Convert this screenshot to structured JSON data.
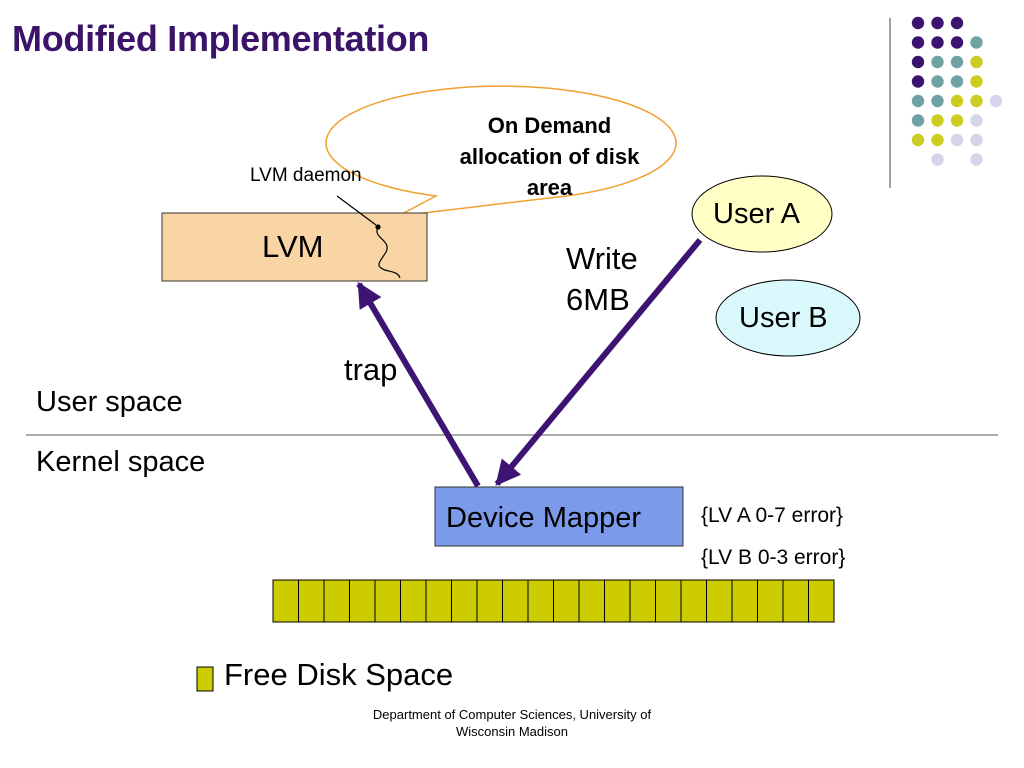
{
  "slide": {
    "title": "Modified Implementation"
  },
  "callout": {
    "line1": "On Demand",
    "line2": "allocation of disk",
    "line3": "area"
  },
  "labels": {
    "lvm_daemon": "LVM daemon",
    "lvm": "LVM",
    "write": "Write",
    "write_size": "6MB",
    "trap": "trap",
    "user_space": "User space",
    "kernel_space": "Kernel space",
    "device_mapper": "Device Mapper",
    "lv_a": "{LV A 0-7 error}",
    "lv_b": "{LV B 0-3 error}"
  },
  "users": {
    "user_a": "User A",
    "user_b": "User B"
  },
  "legend": {
    "free_disk_space": "Free Disk Space"
  },
  "footer": {
    "line1": "Department of Computer Sciences, University of",
    "line2": "Wisconsin Madison"
  },
  "disk": {
    "block_count": 22
  },
  "colors": {
    "title": "#3b1469",
    "lvm_box": "#f9d5a6",
    "device_mapper_box": "#7b9bea",
    "user_a_fill": "#ffffc6",
    "user_b_fill": "#d9f9fd",
    "disk_block": "#cccc00",
    "arrow": "#3d1472",
    "callout_border": "#f0a030",
    "dot_purple": "#3c1470",
    "dot_teal": "#6fa2a2",
    "dot_yellow": "#cccc22",
    "dot_lavender": "#d4d4ea"
  },
  "decoration": {
    "dot_grid": [
      [
        "purple",
        "purple",
        "purple",
        null
      ],
      [
        "purple",
        "purple",
        "purple",
        "teal"
      ],
      [
        "purple",
        "teal",
        "teal",
        "yellow"
      ],
      [
        "purple",
        "teal",
        "teal",
        "yellow"
      ],
      [
        "teal",
        "teal",
        "yellow",
        "yellow",
        "lavender"
      ],
      [
        "teal",
        "yellow",
        "yellow",
        "lavender"
      ],
      [
        "yellow",
        "yellow",
        "lavender",
        "lavender"
      ],
      [
        null,
        "lavender",
        null,
        "lavender"
      ]
    ]
  }
}
